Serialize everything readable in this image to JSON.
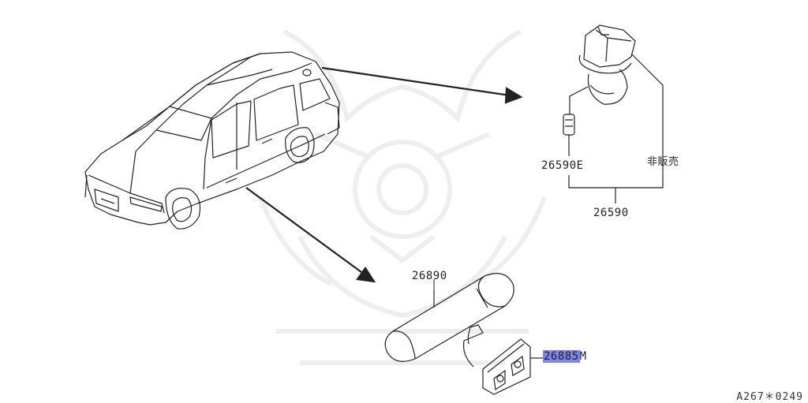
{
  "callouts": {
    "lamp_assembly": "26590",
    "bulb": "26590E",
    "not_for_sale": "非販売",
    "light_body": "26890",
    "bracket_hl": "26885",
    "bracket_suffix": "M"
  },
  "figure_code": "A267＊0249",
  "colors": {
    "line": "#222222",
    "highlight": "#7f86e6",
    "watermark": "#eeeeee"
  }
}
